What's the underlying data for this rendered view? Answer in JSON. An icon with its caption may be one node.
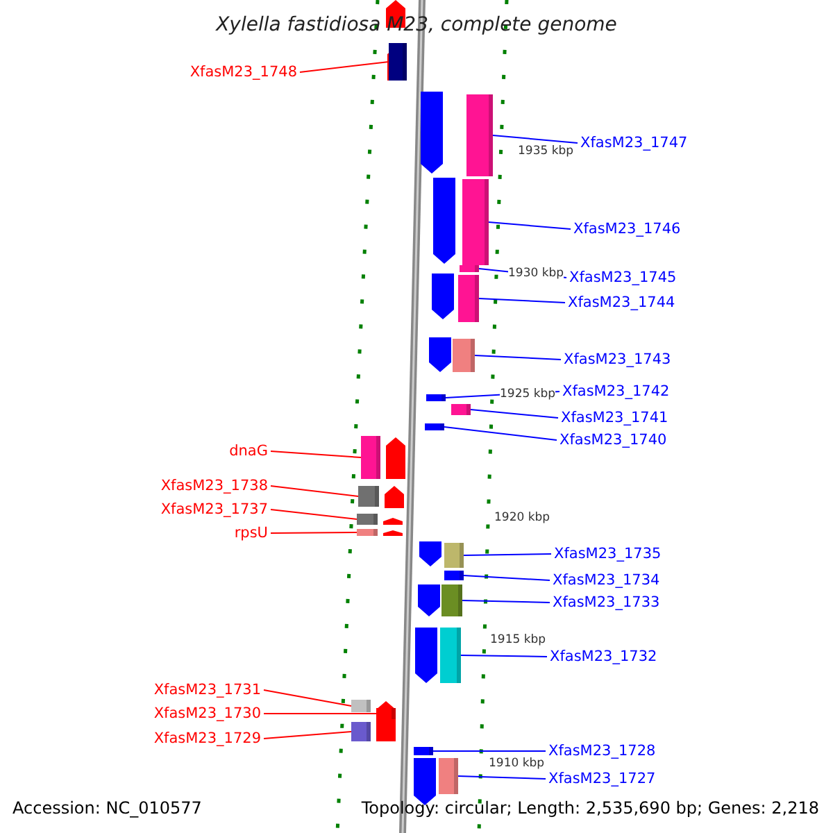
{
  "diagram": {
    "title": "Xylella fastidiosa M23, complete genome",
    "nodes": [
      {
        "text": [
          "XfasM23_1748"
        ]
      },
      {
        "text": [
          "XfasM23_1747"
        ]
      },
      {
        "text": [
          "XfasM23_1746"
        ]
      },
      {
        "text": [
          "XfasM23_1745"
        ]
      },
      {
        "text": [
          "XfasM23_1744"
        ]
      },
      {
        "text": [
          "XfasM23_1743"
        ]
      },
      {
        "text": [
          "XfasM23_1742"
        ]
      },
      {
        "text": [
          "XfasM23_1741"
        ]
      },
      {
        "text": [
          "XfasM23_1740"
        ]
      },
      {
        "text": [
          "dnaG"
        ]
      },
      {
        "text": [
          "XfasM23_1738"
        ]
      },
      {
        "text": [
          "XfasM23_1737"
        ]
      },
      {
        "text": [
          "rpsU"
        ]
      },
      {
        "text": [
          "XfasM23_1735"
        ]
      },
      {
        "text": [
          "XfasM23_1734"
        ]
      },
      {
        "text": [
          "XfasM23_1733"
        ]
      },
      {
        "text": [
          "XfasM23_1732"
        ]
      },
      {
        "text": [
          "XfasM23_1731"
        ]
      },
      {
        "text": [
          "XfasM23_1730"
        ]
      },
      {
        "text": [
          "XfasM23_1729"
        ]
      },
      {
        "text": [
          "XfasM23_1728"
        ]
      },
      {
        "text": [
          "XfasM23_1727"
        ]
      },
      {
        "text": [],
        "shape": "bar"
      },
      {
        "text": [],
        "shape": "bar"
      },
      {
        "text": [],
        "shape": "bar"
      },
      {
        "text": [],
        "shape": "bar"
      },
      {
        "text": [],
        "shape": "bar"
      },
      {
        "text": [],
        "shape": "bar"
      },
      {
        "text": [],
        "shape": "bar"
      },
      {
        "text": [],
        "shape": "bar"
      },
      {
        "text": [],
        "shape": "bar"
      },
      {
        "text": [],
        "shape": "bar"
      },
      {
        "text": [],
        "shape": "bar"
      },
      {
        "text": [],
        "shape": "bar"
      },
      {
        "text": [],
        "shape": "bar"
      },
      {
        "text": [],
        "shape": "bar"
      },
      {
        "text": [],
        "shape": "bar"
      },
      {
        "text": [],
        "shape": "bar"
      },
      {
        "text": [],
        "shape": "bar"
      },
      {
        "text": [],
        "shape": "bar"
      },
      {
        "text": [],
        "shape": "bar"
      },
      {
        "text": [],
        "shape": "bar"
      },
      {
        "text": [],
        "shape": "bar"
      },
      {
        "text": [],
        "shape": "bar"
      }
    ],
    "edges": [
      {
        "from": 0,
        "to": 22,
        "arrow": "none",
        "color": "#ff0000"
      },
      {
        "from": 1,
        "to": 23,
        "arrow": "none"
      },
      {
        "from": 2,
        "to": 24,
        "arrow": "none"
      },
      {
        "from": 3,
        "to": 25,
        "arrow": "none"
      },
      {
        "from": 4,
        "to": 26,
        "arrow": "none"
      },
      {
        "from": 5,
        "to": 27,
        "arrow": "none"
      },
      {
        "from": 6,
        "to": 28,
        "arrow": "none"
      },
      {
        "from": 7,
        "to": 29,
        "arrow": "none"
      },
      {
        "from": 8,
        "to": 30,
        "arrow": "none"
      },
      {
        "from": 9,
        "to": 31,
        "arrow": "none",
        "color": "#ff0000"
      },
      {
        "from": 10,
        "to": 32,
        "arrow": "none",
        "color": "#ff0000"
      },
      {
        "from": 11,
        "to": 33,
        "arrow": "none",
        "color": "#ff0000"
      },
      {
        "from": 12,
        "to": 34,
        "arrow": "none",
        "color": "#ff0000"
      },
      {
        "from": 13,
        "to": 35,
        "arrow": "none"
      },
      {
        "from": 14,
        "to": 36,
        "arrow": "none"
      },
      {
        "from": 15,
        "to": 37,
        "arrow": "none"
      },
      {
        "from": 16,
        "to": 38,
        "arrow": "none"
      },
      {
        "from": 17,
        "to": 39,
        "arrow": "none",
        "color": "#ff0000"
      },
      {
        "from": 18,
        "to": 40,
        "arrow": "none",
        "color": "#ff0000"
      },
      {
        "from": 19,
        "to": 41,
        "arrow": "none",
        "color": "#ff0000"
      },
      {
        "from": 20,
        "to": 42,
        "arrow": "none"
      },
      {
        "from": 21,
        "to": 43,
        "arrow": "none"
      }
    ],
    "labels": [
      "1935 kbp",
      "1930 kbp",
      "1925 kbp",
      "1920 kbp",
      "1915 kbp",
      "1910 kbp",
      "Accession: NC_010577",
      "Topology: circular; Length: 2,535,690 bp; Genes: 2,218"
    ]
  }
}
